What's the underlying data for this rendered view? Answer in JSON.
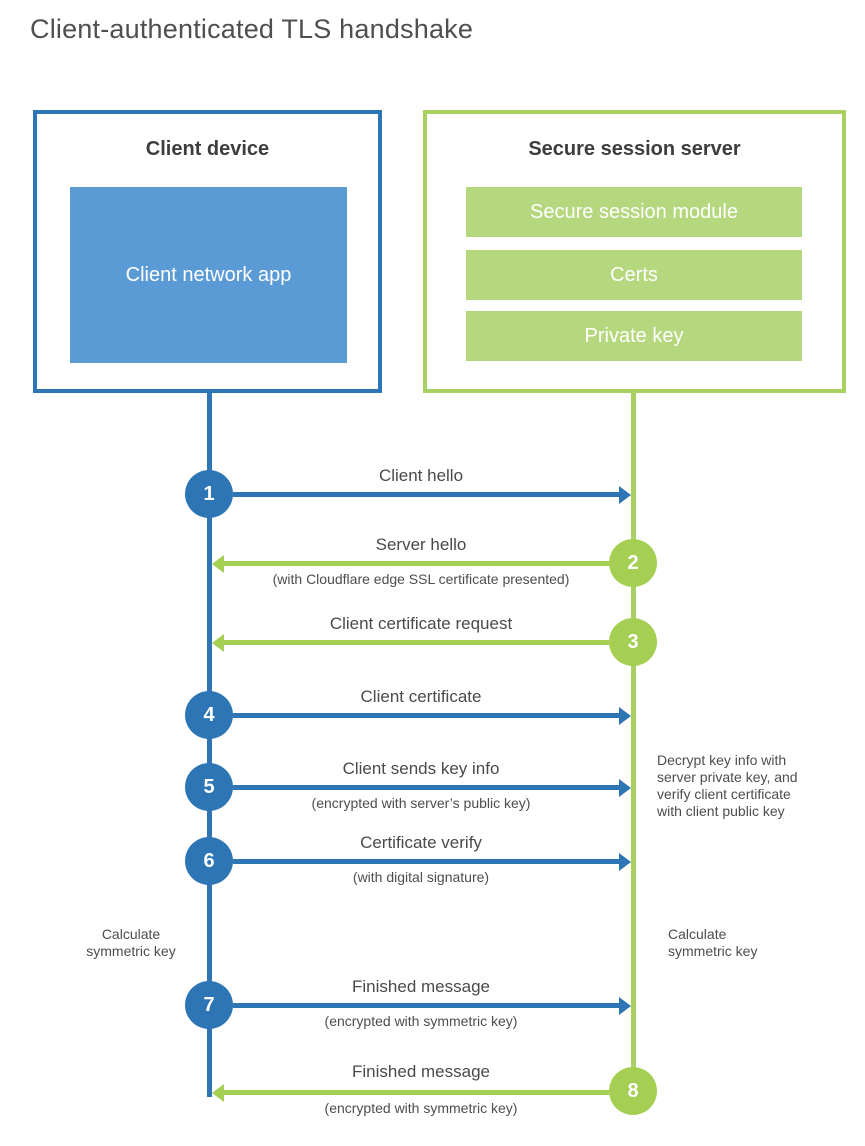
{
  "title": "Client-authenticated TLS handshake",
  "colors": {
    "blue": "#2e75b6",
    "blue_fill": "#5b9bd5",
    "green": "#a4cf52",
    "green_border": "#a9d161",
    "green_fill": "#b5d77d",
    "heading_text": "#3d3d3d",
    "label_text": "#4a4a4a"
  },
  "client_box": {
    "title": "Client device",
    "inner": "Client network app"
  },
  "server_box": {
    "title": "Secure session server",
    "modules": [
      "Secure session module",
      "Certs",
      "Private key"
    ]
  },
  "steps": [
    {
      "num": "1",
      "direction": "client-to-server",
      "label": "Client hello",
      "sublabel": ""
    },
    {
      "num": "2",
      "direction": "server-to-client",
      "label": "Server hello",
      "sublabel": "(with Cloudflare edge SSL certificate presented)"
    },
    {
      "num": "3",
      "direction": "server-to-client",
      "label": "Client certificate request",
      "sublabel": ""
    },
    {
      "num": "4",
      "direction": "client-to-server",
      "label": "Client certificate",
      "sublabel": ""
    },
    {
      "num": "5",
      "direction": "client-to-server",
      "label": "Client sends key info",
      "sublabel": "(encrypted with server’s public key)"
    },
    {
      "num": "6",
      "direction": "client-to-server",
      "label": "Certificate verify",
      "sublabel": "(with digital signature)"
    },
    {
      "num": "7",
      "direction": "client-to-server",
      "label": "Finished message",
      "sublabel": "(encrypted with symmetric key)"
    },
    {
      "num": "8",
      "direction": "server-to-client",
      "label": "Finished message",
      "sublabel": "(encrypted with symmetric key)"
    }
  ],
  "annotations": {
    "decrypt_note": "Decrypt key info with server private key, and verify client certificate with client public key",
    "calc_left": "Calculate symmetric key",
    "calc_right": "Calculate symmetric key"
  }
}
